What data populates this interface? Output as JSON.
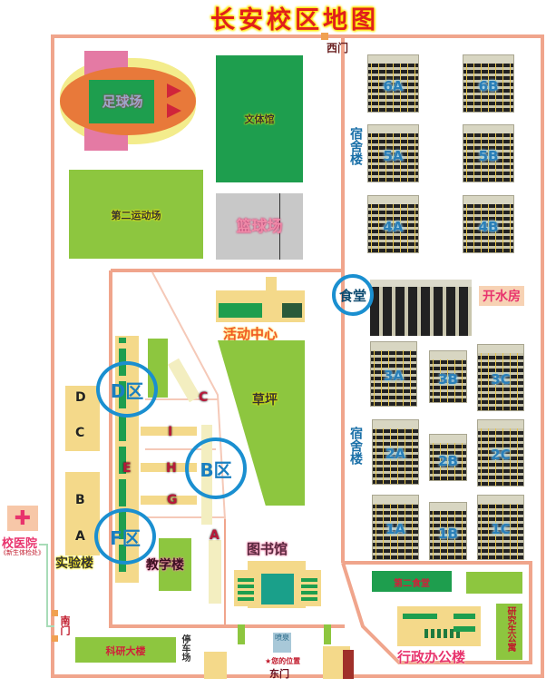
{
  "title": "长安校区地图",
  "gates": {
    "west": "西门",
    "south": "南门",
    "east": "东门"
  },
  "you_are_here": "★您的位置",
  "fountain": "喷泉",
  "sports": {
    "football_field": "足球场",
    "culture_gym": "文体馆",
    "second_sports_field": "第二运动场",
    "basketball_court": "篮球场"
  },
  "dorms": {
    "label_north": "宿舍楼",
    "label_south": "宿舍楼",
    "north": [
      "6A",
      "6B",
      "5A",
      "5B",
      "4A",
      "4B"
    ],
    "south": [
      "3A",
      "3B",
      "3C",
      "2A",
      "2B",
      "2C",
      "1A",
      "1B",
      "1C"
    ]
  },
  "canteen": "食堂",
  "hot_water_room": "开水房",
  "activity_center": "活动中心",
  "lawn": "草坪",
  "zones": {
    "d": "D区",
    "b": "B区",
    "f": "F区"
  },
  "lab_building": {
    "label": "实验楼",
    "blocks": [
      "D",
      "C",
      "B",
      "A"
    ]
  },
  "teaching_building": {
    "label": "教学楼",
    "blocks": {
      "c": "C",
      "i": "I",
      "h": "H",
      "g": "G",
      "e": "E",
      "a": "A"
    }
  },
  "hospital": {
    "label": "校医院",
    "note": "《新生体检处》"
  },
  "research_building": "科研大楼",
  "parking": "停车场",
  "library": "图书馆",
  "second_canteen": "第二食堂",
  "admin_building": "行政办公楼",
  "grad_apartment": "研究生公寓",
  "colors": {
    "boundary": "#f0a58c",
    "title": "#e0201c",
    "zone_circle": "#1a8fd0",
    "dark_green": "#1e9e4e",
    "light_green": "#8dc63f"
  }
}
